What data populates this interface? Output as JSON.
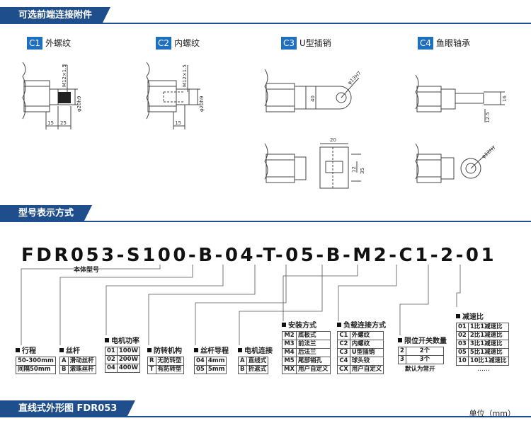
{
  "sections": {
    "accessories": "可选前端连接附件",
    "model": "型号表示方式",
    "outline": "直线式外形图 FDR053"
  },
  "connectors": [
    {
      "code": "C1",
      "label": "外螺纹"
    },
    {
      "code": "C2",
      "label": "内螺纹"
    },
    {
      "code": "C3",
      "label": "U型插销"
    },
    {
      "code": "C4",
      "label": "鱼眼轴承"
    }
  ],
  "dims": {
    "c1": {
      "thread": "M12×1.5",
      "dia": "φ20h9",
      "a": "15",
      "b": "25"
    },
    "c2": {
      "thread": "M12×1.5",
      "dia": "φ20h9",
      "a": "15"
    },
    "c3": {
      "pin": "φ13H7",
      "h": "40",
      "w": "20",
      "s1": "12",
      "s2": "35"
    },
    "c4": {
      "pin": "φ12H7",
      "a": "16",
      "b": "12.5"
    }
  },
  "model_code": "FDR053-S100-B-04-T-05-B-M2-C1-2-01",
  "model_sub": "本体型号",
  "groups": {
    "stroke": {
      "title": "行程",
      "rows": [
        [
          "50-300mm"
        ],
        [
          "间隔50mm"
        ]
      ]
    },
    "screw": {
      "title": "丝杆",
      "rows": [
        [
          "A",
          "滑动丝杆"
        ],
        [
          "B",
          "滚珠丝杆"
        ]
      ]
    },
    "motor": {
      "title": "电机功率",
      "rows": [
        [
          "01",
          "100W"
        ],
        [
          "02",
          "200W"
        ],
        [
          "04",
          "400W"
        ]
      ]
    },
    "antirot": {
      "title": "防转机构",
      "rows": [
        [
          "R",
          "无防转型"
        ],
        [
          "T",
          "有防转型"
        ]
      ]
    },
    "lead": {
      "title": "丝杆导程",
      "rows": [
        [
          "04",
          "4mm"
        ],
        [
          "05",
          "5mm"
        ]
      ]
    },
    "motorconn": {
      "title": "电机连接",
      "rows": [
        [
          "A",
          "直线式"
        ],
        [
          "B",
          "折返式"
        ]
      ]
    },
    "mount": {
      "title": "安装方式",
      "rows": [
        [
          "M2",
          "底板式"
        ],
        [
          "M3",
          "前法兰"
        ],
        [
          "M4",
          "后法兰"
        ],
        [
          "M5",
          "尾部销孔"
        ],
        [
          "MX",
          "用户自定义"
        ]
      ]
    },
    "load": {
      "title": "负载连接方式",
      "rows": [
        [
          "C1",
          "外螺纹"
        ],
        [
          "C2",
          "内螺纹"
        ],
        [
          "C3",
          "U型插销"
        ],
        [
          "C4",
          "球头铰"
        ],
        [
          "CX",
          "用户自定义"
        ]
      ]
    },
    "limit": {
      "title": "限位开关数量",
      "rows": [
        [
          "2",
          "2个"
        ],
        [
          "3",
          "3个"
        ]
      ],
      "note": "默认为常开"
    },
    "reduce": {
      "title": "减速比",
      "rows": [
        [
          "01",
          "1比1减速比"
        ],
        [
          "02",
          "2比1减速比"
        ],
        [
          "03",
          "3比1减速比"
        ],
        [
          "05",
          "5比1减速比"
        ],
        [
          "10",
          "10比1减速比"
        ]
      ],
      "more": "……"
    }
  },
  "unit": "单位（mm）"
}
